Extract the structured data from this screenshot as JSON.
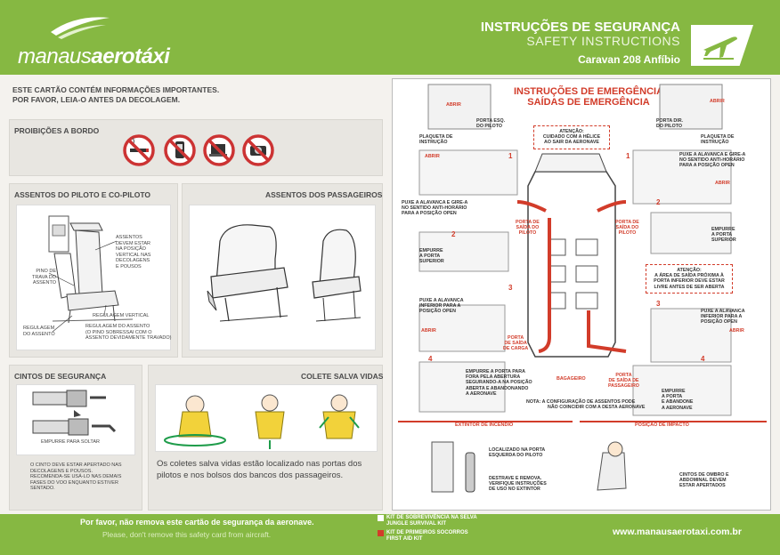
{
  "header": {
    "brand_prefix": "manaus",
    "brand_suffix": "aerotáxi",
    "title_pt": "INSTRUÇÕES DE SEGURANÇA",
    "title_en": "SAFETY INSTRUCTIONS",
    "aircraft": "Caravan 208 Anfíbio",
    "plane_icon": "takeoff-plane-icon"
  },
  "intro": {
    "line1": "ESTE CARTÃO CONTÉM INFORMAÇÕES IMPORTANTES.",
    "line2": "POR FAVOR, LEIA-O ANTES DA DECOLAGEM."
  },
  "prohibitions": {
    "title": "PROIBIÇÕES A BORDO",
    "icons": [
      "no-smoking-icon",
      "no-mobile-phone-icon",
      "no-laptop-icon",
      "no-camera-icon"
    ]
  },
  "pilot_seats": {
    "title": "ASSENTOS DO PILOTO E CO-PILOTO",
    "label_vertical_1": "ASSENTOS",
    "label_vertical_2": "DEVEM ESTAR",
    "label_vertical_3": "NA POSIÇÃO",
    "label_vertical_4": "VERTICAL NAS",
    "label_vertical_5": "DECOLAGENS",
    "label_vertical_6": "E POUSOS",
    "pin_1": "PINO DE",
    "pin_2": "TRAVA DO",
    "pin_3": "ASSENTO",
    "reg_vertical": "REGULAGEM VERTICAL",
    "reg_seat_1": "REGULAGEM",
    "reg_seat_2": "DO ASSENTO",
    "reg_seat_b1": "REGULAGEM DO ASSENTO",
    "reg_seat_b2": "(O PINO SOBRESSAI COM O",
    "reg_seat_b3": "ASSENTO DEVIDAMENTE TRAVADO)"
  },
  "passenger_seats": {
    "title": "ASSENTOS DOS PASSAGEIROS"
  },
  "belts": {
    "title": "CINTOS DE SEGURANÇA",
    "release": "EMPURRE PARA SOLTAR",
    "note_1": "O CINTO DEVE ESTAR APERTADO NAS",
    "note_2": "DECOLAGENS E POUSOS.",
    "note_3": "RECOMENDA-SE USÁ-LO NAS DEMAIS",
    "note_4": "FASES DO VOO ENQUANTO ESTIVER",
    "note_5": "SENTADO."
  },
  "vest": {
    "title": "COLETE SALVA VIDAS",
    "text": "Os coletes salva vidas estão localizado nas portas dos pilotos e nos bolsos dos bancos dos passageiros."
  },
  "emergency": {
    "title_1": "INSTRUÇÕES DE EMERGÊNCIA",
    "title_2": "SAÍDAS DE EMERGÊNCIA",
    "abrir": "ABRIR",
    "left_door_1": "PORTA ESQ.",
    "left_door_2": "DO PILOTO",
    "right_door_1": "PORTA DIR.",
    "right_door_2": "DO PILOTO",
    "placard_1": "PLAQUETA DE",
    "placard_2": "INSTRUÇÃO",
    "warn_1": "ATENÇÃO:",
    "warn_2": "CUIDADO COM A HÉLICE",
    "warn_3": "AO SAIR DA AERONAVE",
    "step_1": "1",
    "step_2": "2",
    "step_3": "3",
    "step_4": "4",
    "pull_lever_1": "PUXE A ALAVANCA E GIRE-A",
    "pull_lever_2": "NO SENTIDO ANTI-HORÁRIO",
    "pull_lever_3": "PARA A POSIÇÃO OPEN",
    "pilot_exit_1": "PORTA DE",
    "pilot_exit_2": "SAÍDA DO",
    "pilot_exit_3": "PILOTO",
    "push_top_1": "EMPURRE",
    "push_top_2": "A PORTA",
    "push_top_3": "SUPERIOR",
    "warn_area_1": "ATENÇÃO:",
    "warn_area_2": "A ÁREA DE SAÍDA PRÓXIMA À",
    "warn_area_3": "PORTA INFERIOR DEVE ESTAR",
    "warn_area_4": "LIVRE ANTES DE SER ABERTA",
    "pull_lower_1": "PUXE A ALAVANCA",
    "pull_lower_2": "INFERIOR PARA A",
    "pull_lower_3": "POSIÇÃO OPEN",
    "cargo_1": "PORTA",
    "cargo_2": "DE SAÍDA",
    "cargo_3": "DE CARGA",
    "push_out_1": "EMPURRE A PORTA PARA",
    "push_out_2": "FORA PELA ABERTURA",
    "push_out_3": "SEGURANDO-A NA POSIÇÃO",
    "push_out_4": "ABERTA E ABANDONANDO",
    "push_out_5": "A AERONAVE",
    "baggage": "BAGAGEIRO",
    "pax_door_1": "PORTA",
    "pax_door_2": "DE SAÍDA DE",
    "pax_door_3": "PASSAGEIRO",
    "note_1": "NOTA:  A CONFIGURAÇÃO DE ASSENTOS PODE",
    "note_2": "NÃO COINCIDIR COM A DESTA AERONAVE",
    "push_abandon_1": "EMPURRE",
    "push_abandon_2": "A PORTA",
    "push_abandon_3": "E ABANDONE",
    "push_abandon_4": "A AERONAVE",
    "extinguisher_title": "EXTINTOR DE INCÊNDIO",
    "ext_loc_1": "LOCALIZADO NA PORTA",
    "ext_loc_2": "ESQUERDA DO PILOTO",
    "ext_use_1": "DESTRAVE E REMOVA.",
    "ext_use_2": "VERIFIQUE INSTRUÇÕES",
    "ext_use_3": "DE USO NO EXTINTOR",
    "impact_title": "POSIÇÃO DE IMPACTO",
    "impact_1": "CINTOS DE OMBRO E",
    "impact_2": "ABDOMINAL DEVEM",
    "impact_3": "ESTAR APERTADOS"
  },
  "footer": {
    "line1": "Por favor, não remova este cartão de segurança da aeronave.",
    "line2": "Please, don't remove this safety card from aircraft.",
    "kit1_pt": "KIT DE SOBREVIVÊNCIA NA SELVA",
    "kit1_en": "JUNGLE SURVIVAL KIT",
    "kit2_pt": "KIT DE PRIMEIROS SOCORROS",
    "kit2_en": "FIRST AID KIT",
    "url": "www.manausaerotaxi.com.br"
  },
  "colors": {
    "brand_green": "#86b842",
    "emergency_red": "#d23c2a"
  }
}
